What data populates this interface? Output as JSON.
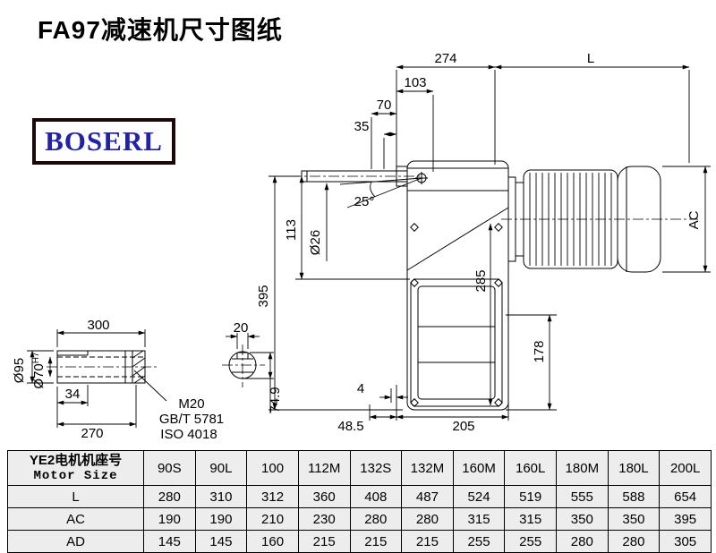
{
  "page": {
    "title": "FA97减速机尺寸图纸"
  },
  "logo": {
    "text": "BOSERL"
  },
  "drawing": {
    "dims": {
      "d274": "274",
      "dL": "L",
      "d103": "103",
      "d70": "70",
      "d35": "35",
      "d25deg": "25°",
      "d395": "395",
      "d113": "113",
      "dia26": "Ø26",
      "d285": "285",
      "dAC": "AC",
      "d178": "178",
      "d4": "4",
      "d48_5": "48.5",
      "d205": "205",
      "d300": "300",
      "d20": "20",
      "dia95": "Ø95",
      "dia70": "Ø70",
      "dia70_tol": "H7",
      "d34": "34",
      "d270": "270",
      "m20": "M20",
      "gbt5781": "GB/T 5781",
      "iso4018": "ISO 4018",
      "d74_9": "74.9"
    }
  },
  "table": {
    "header_cn": "YE2电机机座号",
    "header_en": "Motor Size",
    "columns": [
      "90S",
      "90L",
      "100",
      "112M",
      "132S",
      "132M",
      "160M",
      "160L",
      "180M",
      "180L",
      "200L"
    ],
    "rows": [
      {
        "label": "L",
        "values": [
          "280",
          "310",
          "312",
          "360",
          "408",
          "487",
          "524",
          "519",
          "555",
          "588",
          "654"
        ]
      },
      {
        "label": "AC",
        "values": [
          "190",
          "190",
          "210",
          "230",
          "280",
          "280",
          "315",
          "315",
          "350",
          "350",
          "395"
        ]
      },
      {
        "label": "AD",
        "values": [
          "145",
          "145",
          "160",
          "215",
          "215",
          "215",
          "255",
          "255",
          "280",
          "280",
          "305"
        ]
      }
    ]
  }
}
